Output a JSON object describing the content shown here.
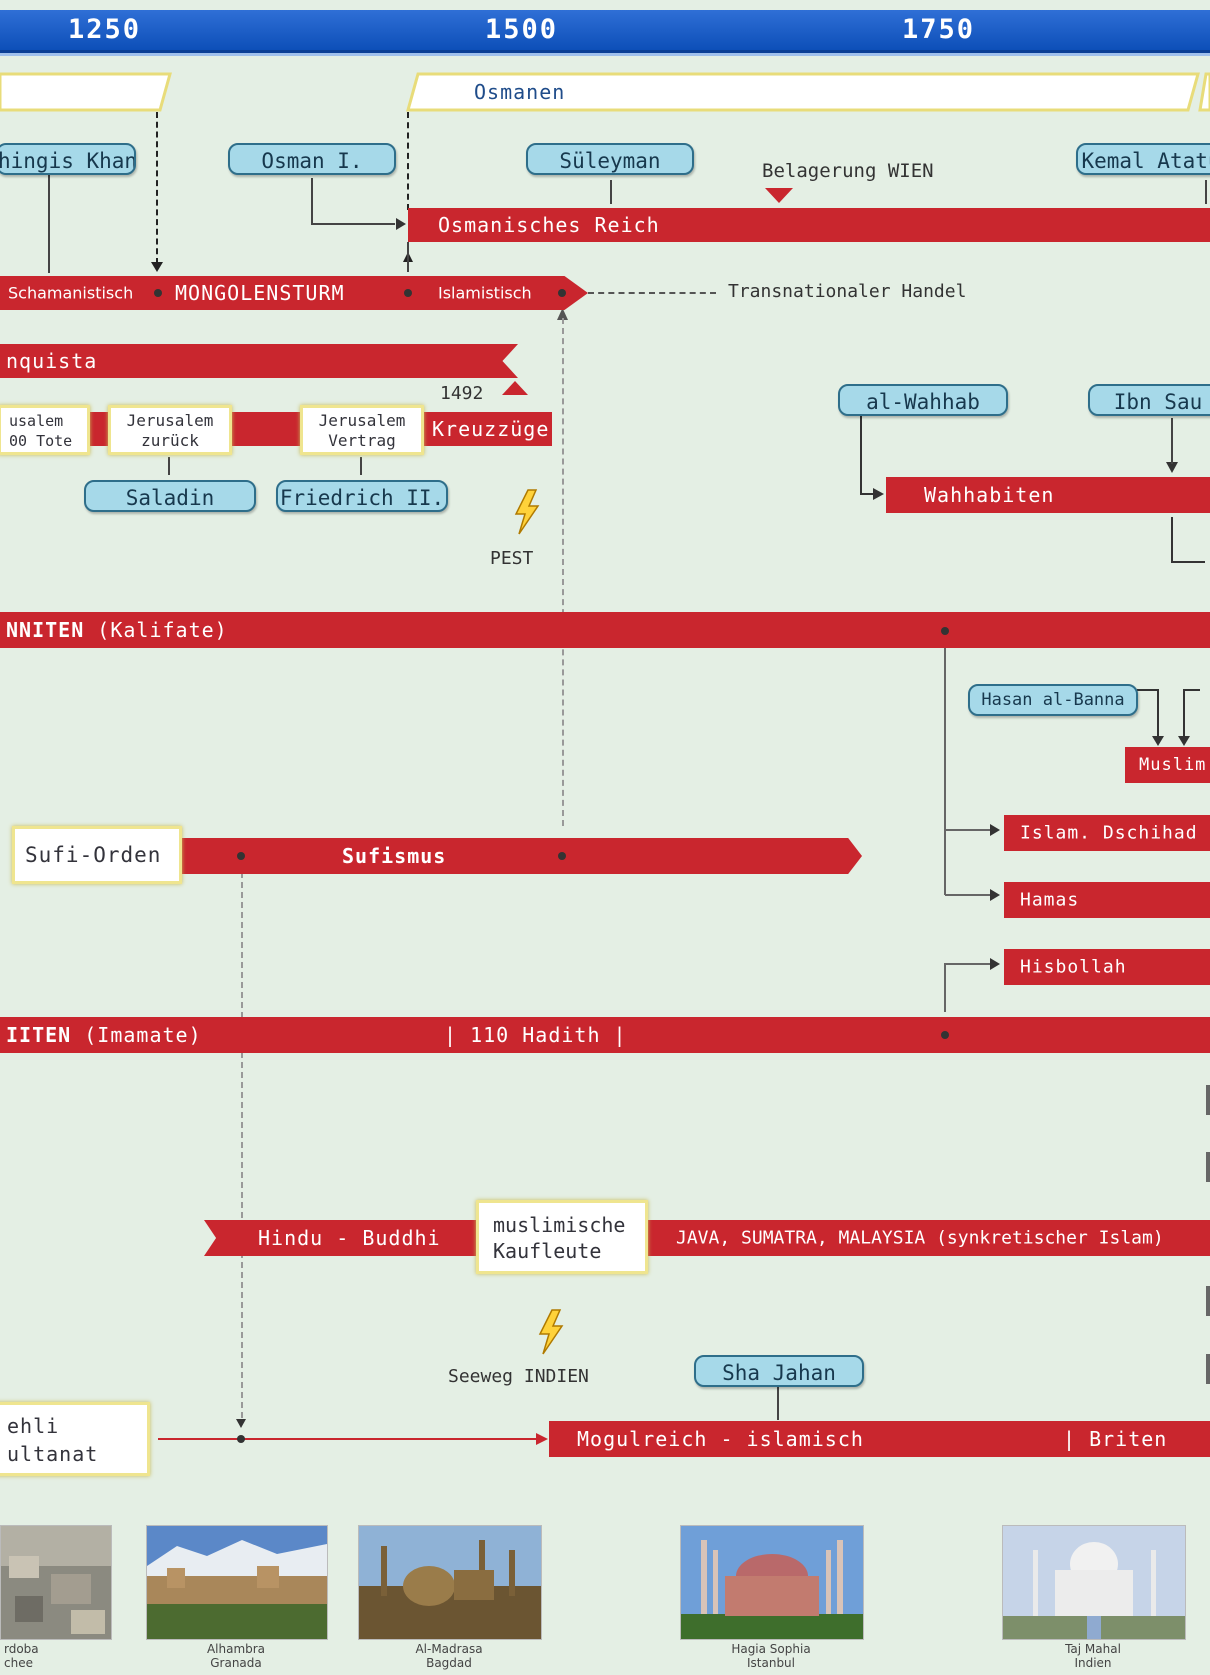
{
  "years": [
    "1250",
    "1500",
    "1750"
  ],
  "banner": {
    "label": "Osmanen"
  },
  "people": {
    "dschingis": "hingis Khan",
    "osman": "Osman I.",
    "sueleyman": "Süleyman",
    "kemal": "Kemal Atatü",
    "wahhab": "al-Wahhab",
    "ibnsaud": "Ibn Sau",
    "saladin": "Saladin",
    "friedrich": "Friedrich II.",
    "hasan": "Hasan al-Banna",
    "shajahan": "Sha Jahan"
  },
  "events": {
    "wien": "Belagerung WIEN",
    "osmanisches_reich": "Osmanisches Reich",
    "schamanistisch": "Schamanistisch",
    "mongolensturm": "MONGOLENSTURM",
    "islamistisch": "Islamistisch",
    "handel": "Transnationaler Handel",
    "reconquista": "nquista",
    "year1492": "1492",
    "kreuz1_l1": "usalem",
    "kreuz1_l2": "00 Tote",
    "kreuz2_l1": "Jerusalem",
    "kreuz2_l2": "zurück",
    "kreuz3_l1": "Jerusalem",
    "kreuz3_l2": "Vertrag",
    "kreuzzuege": "Kreuzzüge",
    "pest": "PEST",
    "wahhabiten": "Wahhabiten",
    "sunniten_bold": "NNITEN",
    "sunniten_rest": "(Kalifate)",
    "muslim": "Muslim",
    "dschihad": "Islam. Dschihad",
    "hamas": "Hamas",
    "hisbollah": "Hisbollah",
    "sufi_orden": "Sufi-Orden",
    "sufismus": "Sufismus",
    "schiiten_bold": "IITEN",
    "schiiten_rest": "(Imamate)",
    "hadith": "| 110 Hadith |",
    "hindu": "Hindu - Buddhi",
    "kaufleute_l1": "muslimische",
    "kaufleute_l2": "Kaufleute",
    "java": "JAVA, SUMATRA, MALAYSIA (synkretischer Islam)",
    "seeweg": "Seeweg INDIEN",
    "dehli_l1": "ehli",
    "dehli_l2": "ultanat",
    "mogul": "Mogulreich - islamisch",
    "briten": "|  Briten"
  },
  "photos": [
    {
      "title": "rdoba",
      "sub": "chee"
    },
    {
      "title": "Alhambra",
      "sub": "Granada"
    },
    {
      "title": "Al-Madrasa",
      "sub": "Bagdad"
    },
    {
      "title": "Hagia Sophia",
      "sub": "Istanbul"
    },
    {
      "title": "Taj Mahal",
      "sub": "Indien"
    }
  ],
  "colors": {
    "bar_red": "#c9262e",
    "year_blue": "#0d4fb8",
    "pill_blue": "#a6d9e9",
    "background": "#e4efe4"
  }
}
